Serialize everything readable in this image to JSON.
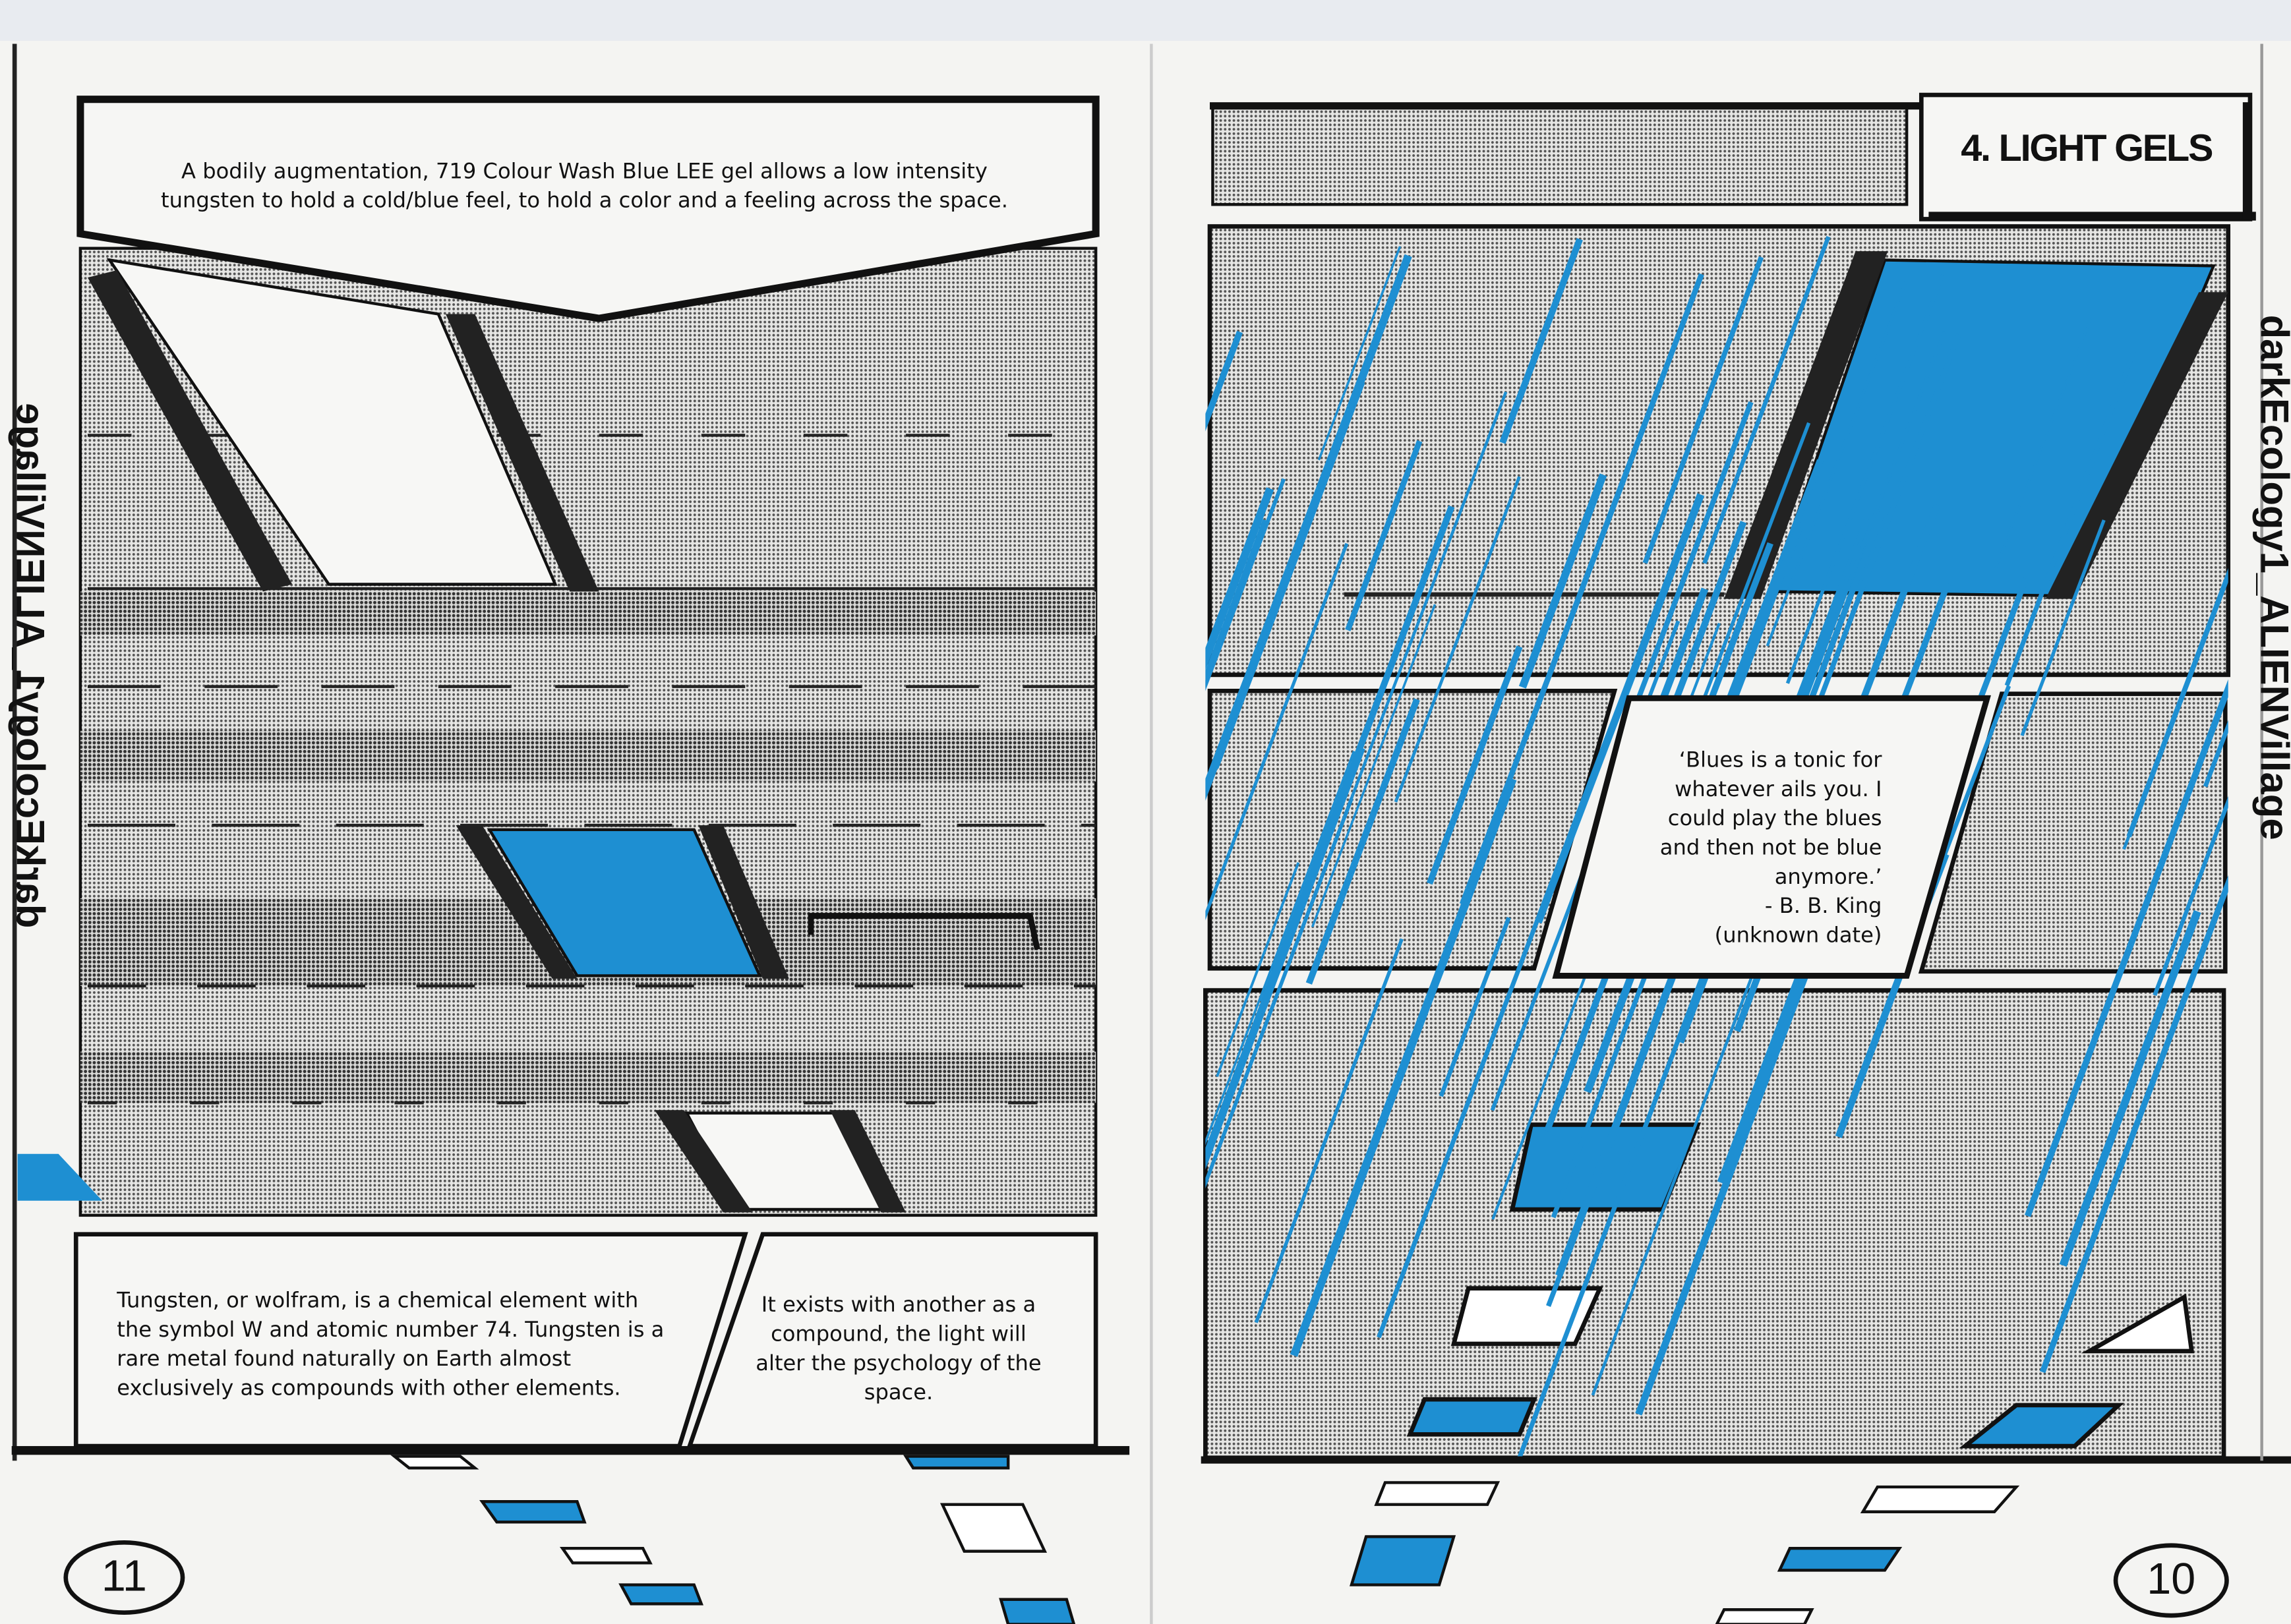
{
  "left_page": {
    "top_caption": "A bodily augmentation, 719 Colour Wash Blue LEE gel allows a low intensity tungsten to hold a cold/blue feel, to hold a color and a feeling across the space.",
    "tungsten_caption": "Tungsten, or wolfram, is a chemical element with the symbol W and atomic number 74. Tungsten is a rare metal found naturally on Earth almost exclusively as compounds with other elements.",
    "compound_caption": "It exists with another as a compound, the light will alter the psychology of the space.",
    "side_title": "darkEcology1_ALIENVillage",
    "page_number": "11"
  },
  "right_page": {
    "section_title": "4. LIGHT GELS",
    "quote": "‘Blues is a tonic for whatever ails you. I could play the blues and then not be blue anymore.’",
    "quote_author": "- B. B. King",
    "quote_date": "(unknown date)",
    "side_title": "darkEcology1_ALIENVillage",
    "page_number": "10"
  },
  "colors": {
    "gel_blue": "#1e8fd2",
    "ink": "#111111",
    "paper": "#f4f4f2"
  }
}
